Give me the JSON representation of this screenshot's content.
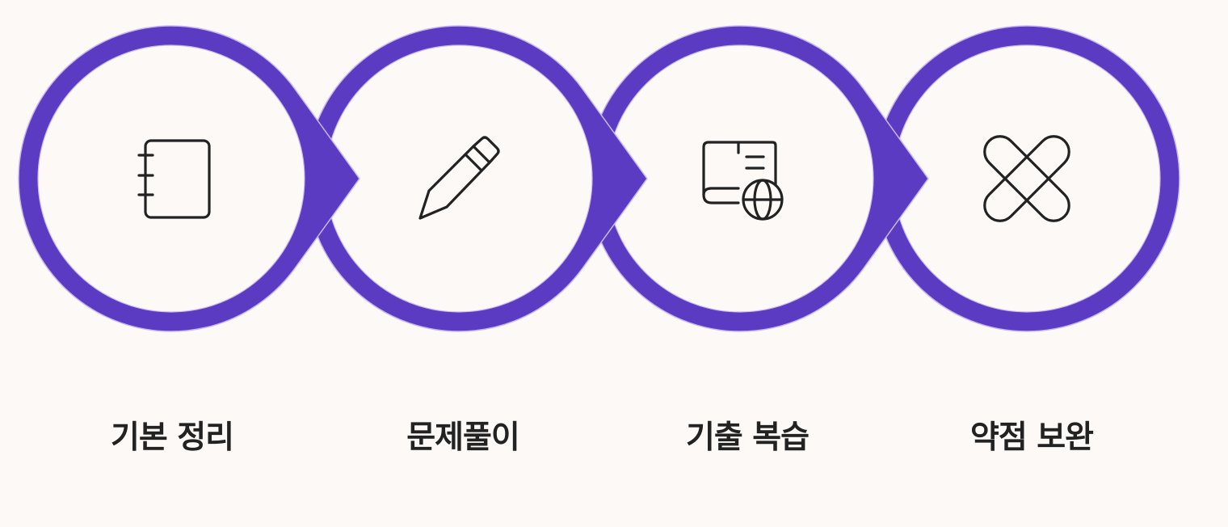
{
  "theme": {
    "ring_color": "#5a3bc2",
    "ring_edge_color": "#c8b6f0",
    "inner_color": "#fcf9f7",
    "icon_color": "#222222"
  },
  "steps": [
    {
      "label": "기본 정리",
      "icon": "notebook-icon"
    },
    {
      "label": "문제풀이",
      "icon": "pencil-icon"
    },
    {
      "label": "기출 복습",
      "icon": "book-globe-icon"
    },
    {
      "label": "약점 보완",
      "icon": "bandage-icon"
    }
  ]
}
